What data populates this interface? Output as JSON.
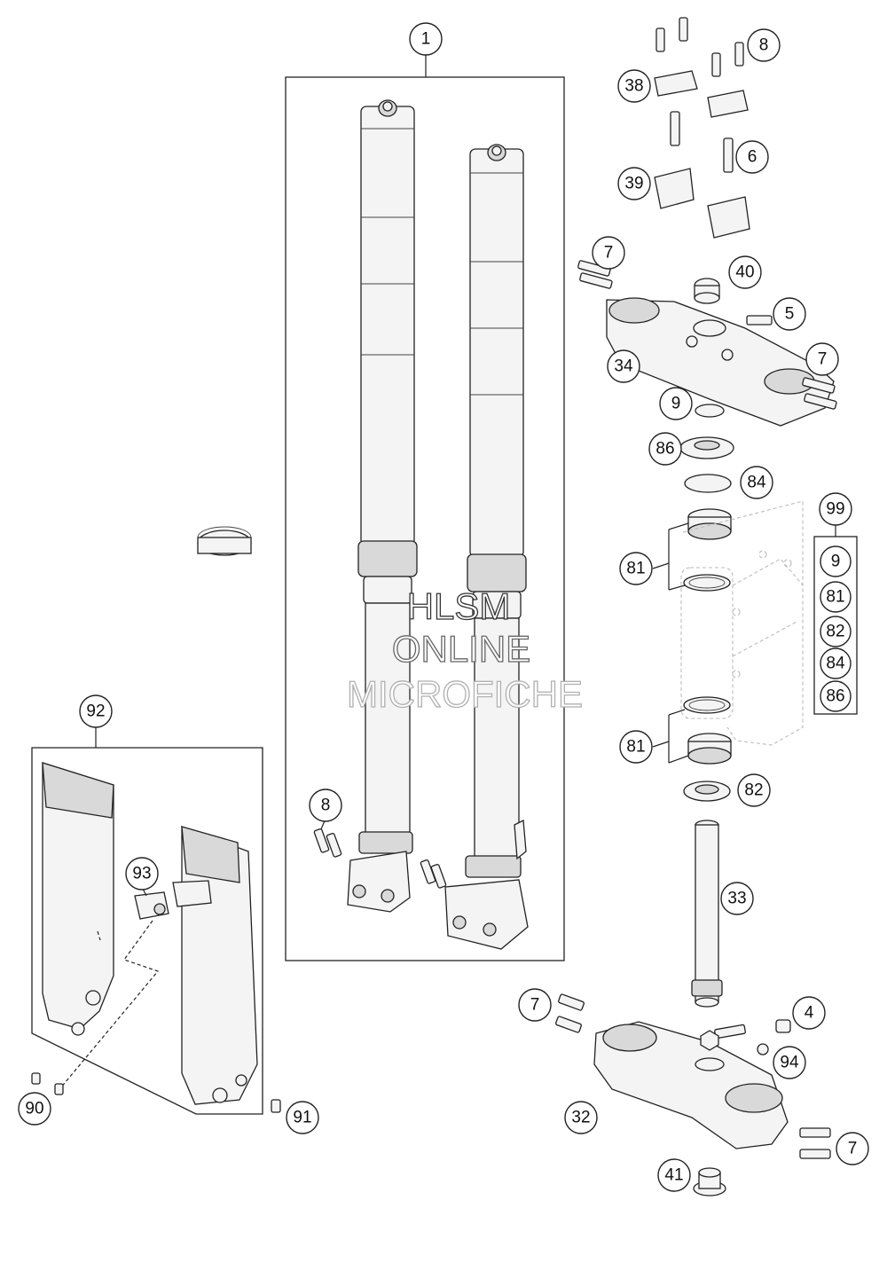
{
  "diagram": {
    "callouts": {
      "c1": "1",
      "c8a": "8",
      "c38": "38",
      "c6": "6",
      "c39": "39",
      "c7a": "7",
      "c40": "40",
      "c5": "5",
      "c34": "34",
      "c7b": "7",
      "c9": "9",
      "c86": "86",
      "c84": "84",
      "c99": "99",
      "c81a": "81",
      "c81b": "81",
      "c82": "82",
      "c33": "33",
      "c92": "92",
      "c93": "93",
      "c8b": "8",
      "c90": "90",
      "c91": "91",
      "c7c": "7",
      "c4": "4",
      "c94": "94",
      "c32": "32",
      "c7d": "7",
      "c41": "41"
    },
    "kit_99_contents": [
      "9",
      "81",
      "82",
      "84",
      "86"
    ],
    "watermark": [
      "HLSM",
      "ONLINE",
      "MICROFICHE"
    ]
  }
}
